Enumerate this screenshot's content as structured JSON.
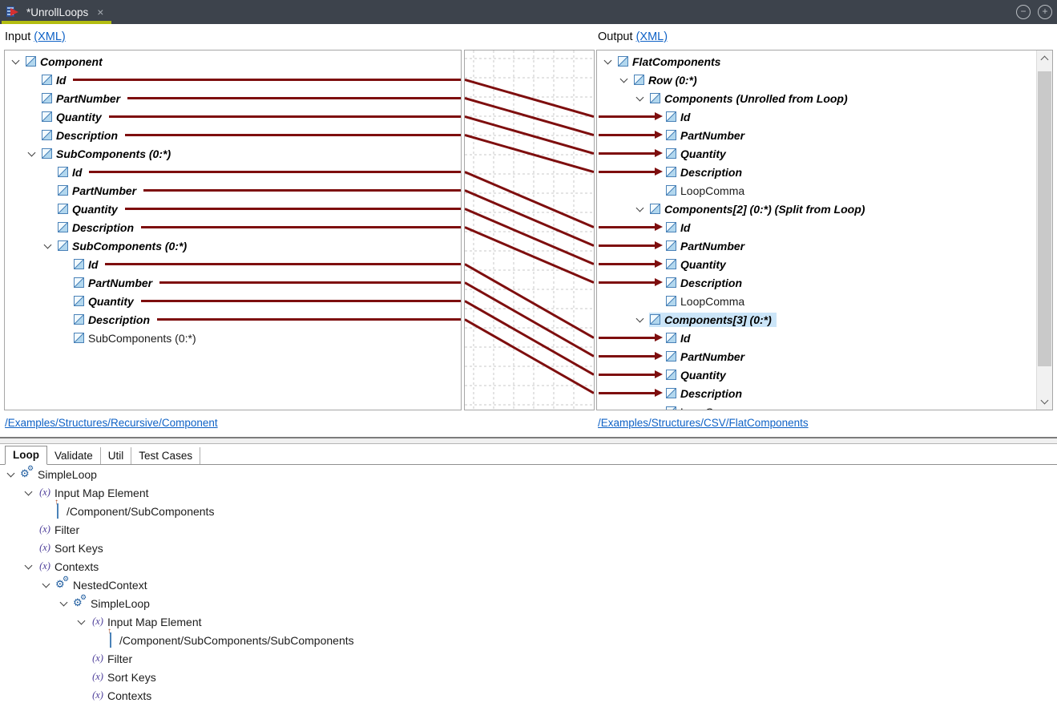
{
  "window": {
    "tab_title": "*UnrollLoops",
    "close_glyph": "×",
    "zoom_out_glyph": "−",
    "zoom_in_glyph": "+"
  },
  "panels": {
    "input_header": {
      "label": "Input ",
      "link": "(XML)"
    },
    "output_header": {
      "label": "Output ",
      "link": "(XML)"
    },
    "input_path_link": "/Examples/Structures/Recursive/Component",
    "output_path_link": "/Examples/Structures/CSV/FlatComponents"
  },
  "input_tree": {
    "rows": [
      {
        "label": "Component",
        "level": 0,
        "expander": true,
        "bold": true
      },
      {
        "label": "Id",
        "level": 1,
        "bold": true,
        "mapped": true
      },
      {
        "label": "PartNumber",
        "level": 1,
        "bold": true,
        "mapped": true
      },
      {
        "label": "Quantity",
        "level": 1,
        "bold": true,
        "mapped": true
      },
      {
        "label": "Description",
        "level": 1,
        "bold": true,
        "mapped": true
      },
      {
        "label": "SubComponents (0:*)",
        "level": 1,
        "expander": true,
        "bold": true
      },
      {
        "label": "Id",
        "level": 2,
        "bold": true,
        "mapped": true
      },
      {
        "label": "PartNumber",
        "level": 2,
        "bold": true,
        "mapped": true
      },
      {
        "label": "Quantity",
        "level": 2,
        "bold": true,
        "mapped": true
      },
      {
        "label": "Description",
        "level": 2,
        "bold": true,
        "mapped": true
      },
      {
        "label": "SubComponents (0:*)",
        "level": 2,
        "expander": true,
        "bold": true
      },
      {
        "label": "Id",
        "level": 3,
        "bold": true,
        "mapped": true
      },
      {
        "label": "PartNumber",
        "level": 3,
        "bold": true,
        "mapped": true
      },
      {
        "label": "Quantity",
        "level": 3,
        "bold": true,
        "mapped": true
      },
      {
        "label": "Description",
        "level": 3,
        "bold": true,
        "mapped": true
      },
      {
        "label": "SubComponents (0:*)",
        "level": 3,
        "bold": false
      }
    ]
  },
  "output_tree": {
    "rows": [
      {
        "label": "FlatComponents",
        "level": 0,
        "expander": true,
        "bold": true
      },
      {
        "label": "Row (0:*)",
        "level": 1,
        "expander": true,
        "bold": true
      },
      {
        "label": "Components (Unrolled from Loop)",
        "level": 2,
        "expander": true,
        "bold": true
      },
      {
        "label": "Id",
        "level": 3,
        "bold": true,
        "mapped": true
      },
      {
        "label": "PartNumber",
        "level": 3,
        "bold": true,
        "mapped": true
      },
      {
        "label": "Quantity",
        "level": 3,
        "bold": true,
        "mapped": true
      },
      {
        "label": "Description",
        "level": 3,
        "bold": true,
        "mapped": true
      },
      {
        "label": "LoopComma",
        "level": 3,
        "bold": false
      },
      {
        "label": "Components[2] (0:*) (Split from Loop)",
        "level": 2,
        "expander": true,
        "bold": true
      },
      {
        "label": "Id",
        "level": 3,
        "bold": true,
        "mapped": true
      },
      {
        "label": "PartNumber",
        "level": 3,
        "bold": true,
        "mapped": true
      },
      {
        "label": "Quantity",
        "level": 3,
        "bold": true,
        "mapped": true
      },
      {
        "label": "Description",
        "level": 3,
        "bold": true,
        "mapped": true
      },
      {
        "label": "LoopComma",
        "level": 3,
        "bold": false
      },
      {
        "label": "Components[3] (0:*)",
        "level": 2,
        "expander": true,
        "bold": true,
        "selected": true
      },
      {
        "label": "Id",
        "level": 3,
        "bold": true,
        "mapped": true
      },
      {
        "label": "PartNumber",
        "level": 3,
        "bold": true,
        "mapped": true
      },
      {
        "label": "Quantity",
        "level": 3,
        "bold": true,
        "mapped": true
      },
      {
        "label": "Description",
        "level": 3,
        "bold": true,
        "mapped": true
      },
      {
        "label": "LoopComma",
        "level": 3,
        "bold": false
      }
    ]
  },
  "connections": [
    [
      1,
      3
    ],
    [
      2,
      4
    ],
    [
      3,
      5
    ],
    [
      4,
      6
    ],
    [
      6,
      9
    ],
    [
      7,
      10
    ],
    [
      8,
      11
    ],
    [
      9,
      12
    ],
    [
      11,
      15
    ],
    [
      12,
      16
    ],
    [
      13,
      17
    ],
    [
      14,
      18
    ]
  ],
  "bottom": {
    "tabs": [
      {
        "label": "Loop",
        "active": true
      },
      {
        "label": "Validate",
        "active": false
      },
      {
        "label": "Util",
        "active": false
      },
      {
        "label": "Test Cases",
        "active": false
      }
    ],
    "tree": {
      "rows": [
        {
          "label": "SimpleLoop",
          "level": 0,
          "icon": "gears",
          "expander": true
        },
        {
          "label": "Input Map Element",
          "level": 1,
          "icon": "fx",
          "expander": true
        },
        {
          "label": "/Component/SubComponents",
          "level": 2,
          "icon": "target"
        },
        {
          "label": "Filter",
          "level": 1,
          "icon": "fx"
        },
        {
          "label": "Sort Keys",
          "level": 1,
          "icon": "fx"
        },
        {
          "label": "Contexts",
          "level": 1,
          "icon": "fx",
          "expander": true
        },
        {
          "label": "NestedContext",
          "level": 2,
          "icon": "gears",
          "expander": true
        },
        {
          "label": "SimpleLoop",
          "level": 3,
          "icon": "gears",
          "expander": true
        },
        {
          "label": "Input Map Element",
          "level": 4,
          "icon": "fx",
          "expander": true
        },
        {
          "label": "/Component/SubComponents/SubComponents",
          "level": 5,
          "icon": "target"
        },
        {
          "label": "Filter",
          "level": 4,
          "icon": "fx"
        },
        {
          "label": "Sort Keys",
          "level": 4,
          "icon": "fx"
        },
        {
          "label": "Contexts",
          "level": 4,
          "icon": "fx"
        }
      ]
    }
  },
  "icons": {
    "gear_glyph": "⚙",
    "fx_glyph": "(x)",
    "target_arrow_glyph": "↑"
  },
  "colors": {
    "map_line": "#7e0e0e",
    "selection": "#cbe5f8",
    "link": "#0f62c6",
    "tab_underline": "#b3bd11",
    "tabbar_bg": "#3d434c",
    "grid_dash": "#c8c8c8"
  }
}
